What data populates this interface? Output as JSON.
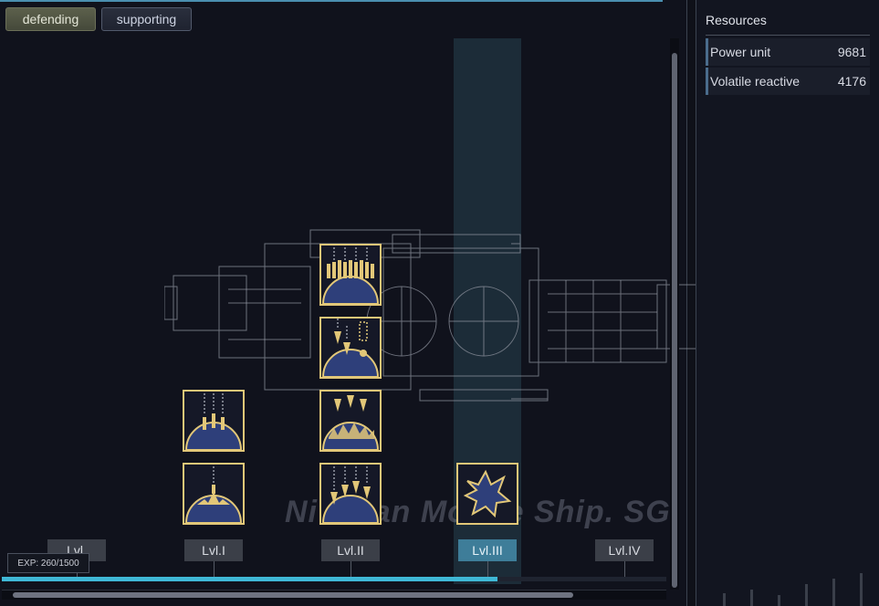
{
  "tabs": {
    "defending": "defending",
    "supporting": "supporting"
  },
  "watermark": "Nivalian Motive Ship. SG",
  "levels": [
    "Lvl.",
    "Lvl.I",
    "Lvl.II",
    "Lvl.III",
    "Lvl.IV"
  ],
  "active_level": "Lvl.III",
  "exp": {
    "label": "EXP: 260/1500",
    "current": 260,
    "max": 1500
  },
  "resources": {
    "title": "Resources",
    "items": [
      {
        "name": "Power unit",
        "value": "9681"
      },
      {
        "name": "Volatile reactive",
        "value": "4176"
      }
    ]
  },
  "skills": [
    {
      "id": "barrage-dome",
      "level": "Lvl.II",
      "icon": "missile-barrage-icon"
    },
    {
      "id": "bomb-drop",
      "level": "Lvl.II",
      "icon": "bomb-drop-icon"
    },
    {
      "id": "triple-missile",
      "level": "Lvl.I",
      "icon": "triple-missile-icon"
    },
    {
      "id": "bomb-burst",
      "level": "Lvl.II",
      "icon": "bomb-burst-icon"
    },
    {
      "id": "single-impact",
      "level": "Lvl.I",
      "icon": "impact-icon"
    },
    {
      "id": "quad-missile",
      "level": "Lvl.II",
      "icon": "quad-missile-icon"
    },
    {
      "id": "shatter",
      "level": "Lvl.III",
      "icon": "shatter-icon"
    }
  ],
  "colors": {
    "accent": "#3fb8d6",
    "skill_border": "#e2c778",
    "active_level": "#3e7d99",
    "dome": "#2e3f7a"
  }
}
